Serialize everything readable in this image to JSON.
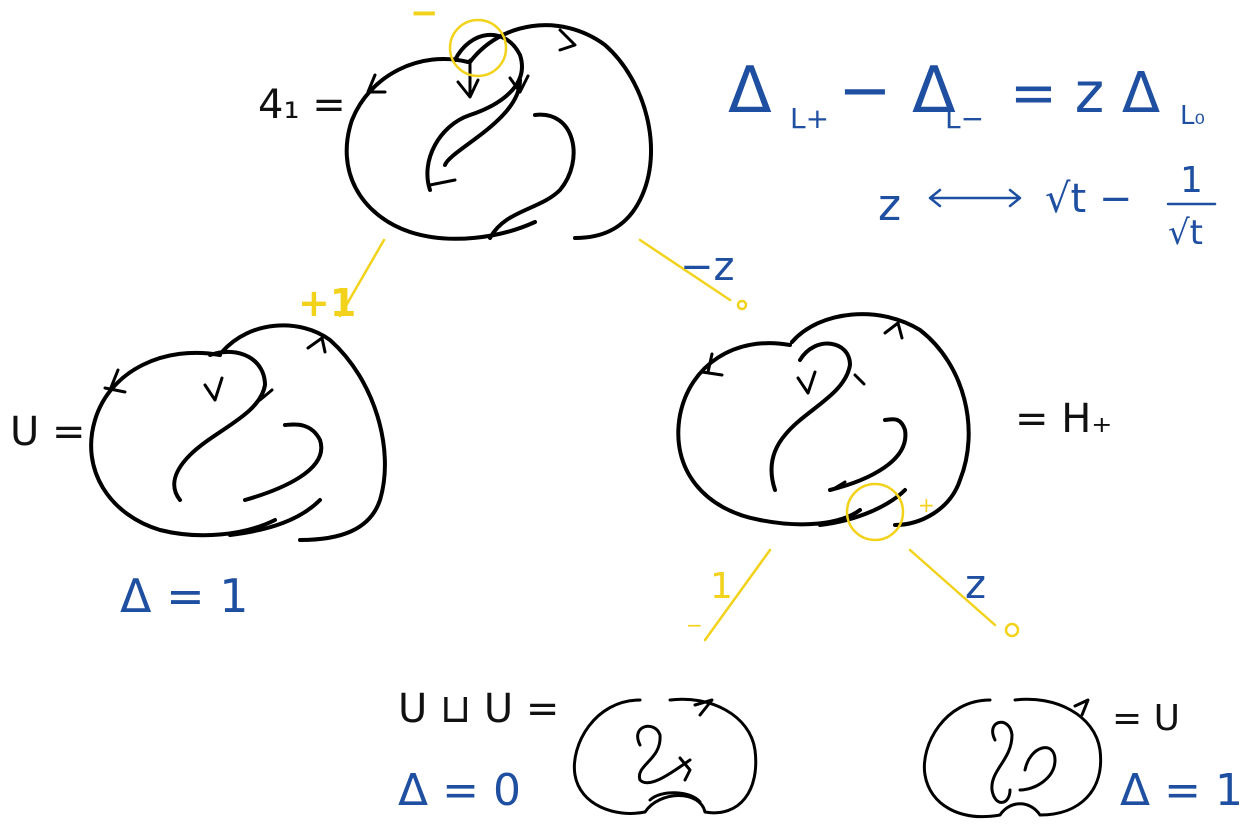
{
  "colors": {
    "ink": "#000000",
    "blue": "#1f4fa0",
    "yellow": "#f2d21a"
  },
  "labels": {
    "knot_41": "4₁ =",
    "unknot_u": "U =",
    "hopf": "= H₊",
    "split_unlink": "U ⊔ U =",
    "unknot_right": "= U"
  },
  "alexander": {
    "u_left": "Δ = 1",
    "split": "Δ = 0",
    "u_right": "Δ = 1"
  },
  "skein": {
    "relation_left": "Δ",
    "relation_lplus": "L+",
    "relation_minus": "− Δ",
    "relation_lminus": "L−",
    "relation_eq": "= z Δ",
    "relation_l0": "L₀",
    "substitution_z": "z",
    "substitution_rhs": "√t − ",
    "frac_num": "1",
    "frac_den": "√t"
  },
  "edges": {
    "top_left_coeff": "+1",
    "top_right_coeff": "−z",
    "top_right_end": "o",
    "bottom_left_coeff": "1",
    "bottom_left_end": "−",
    "bottom_right_coeff": "z",
    "bottom_right_end": "o",
    "crossing_top_sign": "−",
    "crossing_mid_sign": "+"
  }
}
